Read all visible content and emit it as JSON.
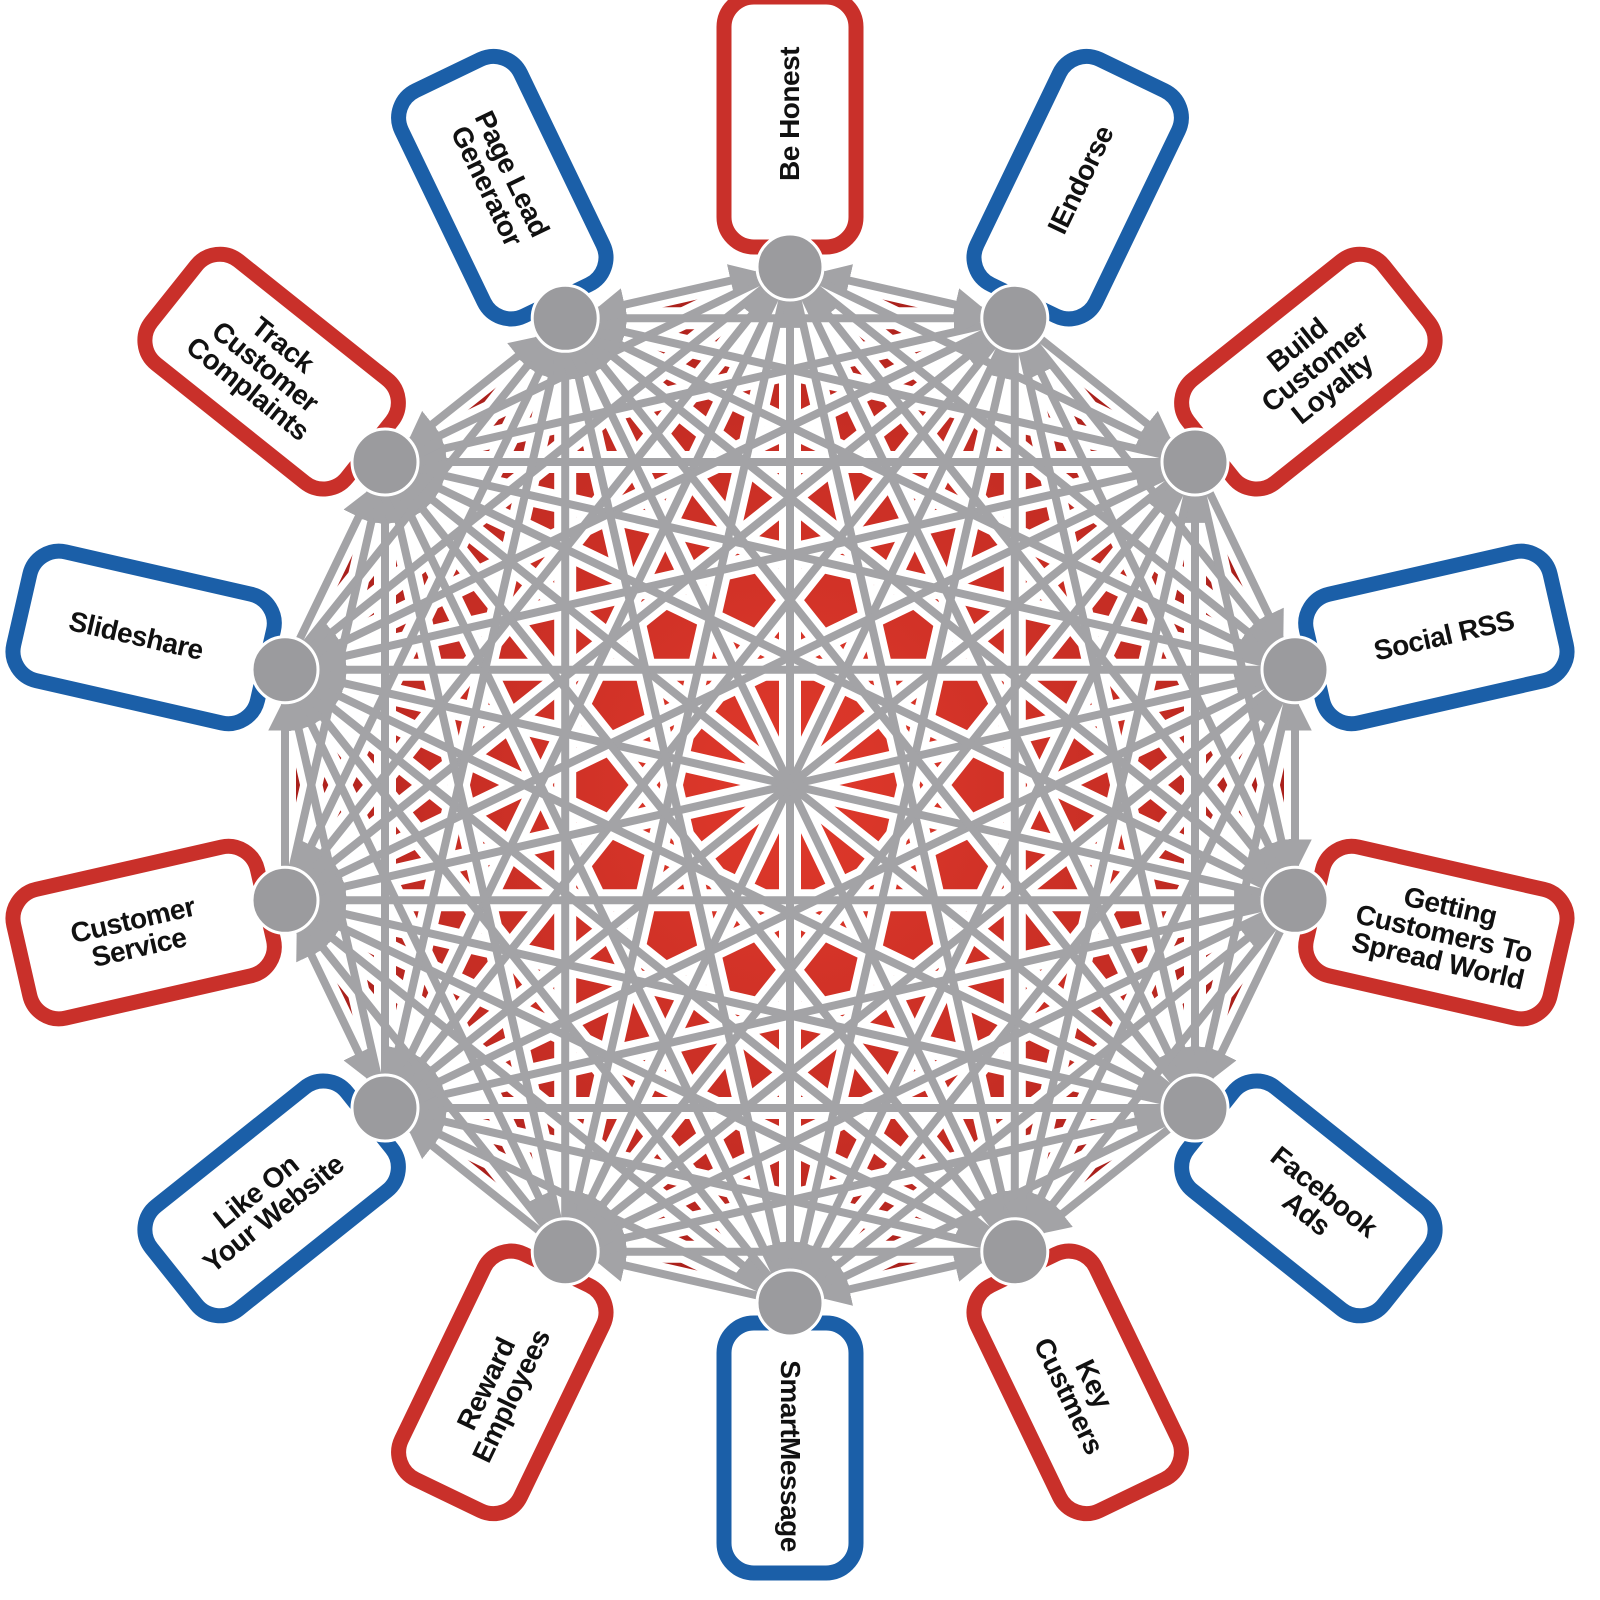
{
  "colors": {
    "red_border": "#c9302a",
    "blue_border": "#1b5fa8",
    "node_gray": "#9b9b9e",
    "arrow_gray": "#a3a3a6",
    "web_red": "#c62d24",
    "web_red_dark": "#8f1414"
  },
  "nodes": [
    {
      "label": "Be Honest",
      "color": "red"
    },
    {
      "label": "IEndorse",
      "color": "blue"
    },
    {
      "label": "Build\nCustomer\nLoyalty",
      "color": "red"
    },
    {
      "label": "Social RSS",
      "color": "blue"
    },
    {
      "label": "Getting\nCustomers To\nSpread World",
      "color": "red"
    },
    {
      "label": "Facebook\nAds",
      "color": "blue"
    },
    {
      "label": "Key\nCustmers",
      "color": "red"
    },
    {
      "label": "SmartMessage",
      "color": "blue"
    },
    {
      "label": "Reward\nEmployees",
      "color": "red"
    },
    {
      "label": "Like On\nYour Website",
      "color": "blue"
    },
    {
      "label": "Customer\nService",
      "color": "red"
    },
    {
      "label": "Slideshare",
      "color": "blue"
    },
    {
      "label": "Track\nCustomer\nComplaints",
      "color": "red"
    },
    {
      "label": "Page Lead\nGenerator",
      "color": "blue"
    }
  ]
}
